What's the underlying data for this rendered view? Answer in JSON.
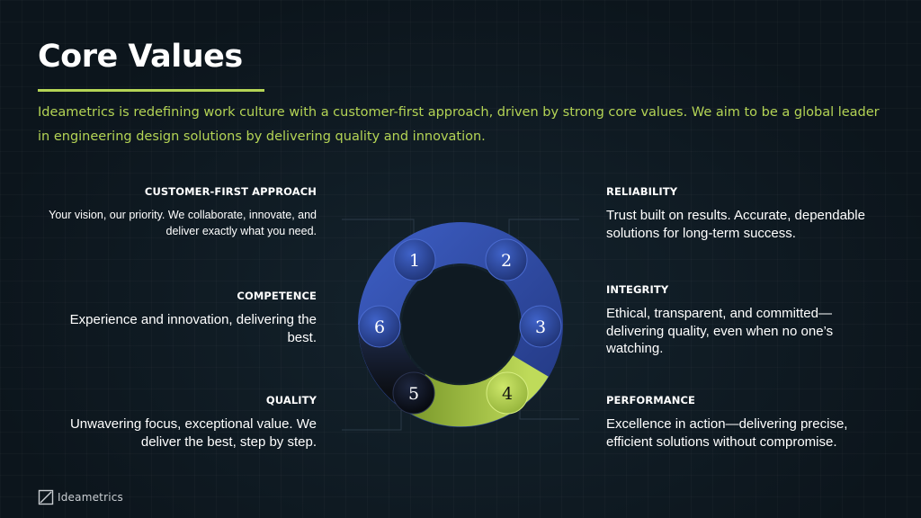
{
  "header": {
    "title": "Core Values",
    "subtitle": "Ideametrics is redefining work culture with a customer-first approach, driven by strong core values. We aim to be a global leader in engineering design solutions by delivering quality and innovation."
  },
  "values": {
    "customer_first": {
      "number": "1",
      "title": "CUSTOMER-FIRST APPROACH",
      "description": "Your vision, our priority. We collaborate, innovate, and deliver exactly what you need."
    },
    "reliability": {
      "number": "2",
      "title": "RELIABILITY",
      "description": "Trust built on results. Accurate, dependable solutions for long-term success."
    },
    "integrity": {
      "number": "3",
      "title": "INTEGRITY",
      "description": "Ethical, transparent, and committed—delivering quality, even when no one’s watching."
    },
    "performance": {
      "number": "4",
      "title": "PERFORMANCE",
      "description": "Excellence in action—delivering precise, efficient solutions without compromise."
    },
    "quality": {
      "number": "5",
      "title": "QUALITY",
      "description": "Unwavering focus, exceptional value. We deliver the best, step by step."
    },
    "competence": {
      "number": "6",
      "title": "COMPETENCE",
      "description": "Experience and innovation, delivering the best."
    }
  },
  "footer": {
    "logo_text": "Ideametrics"
  },
  "colors": {
    "accent": "#b4d455",
    "ring_blue": "#2f4a9e",
    "ring_dark": "#161a22",
    "background": "#0f1a22"
  }
}
